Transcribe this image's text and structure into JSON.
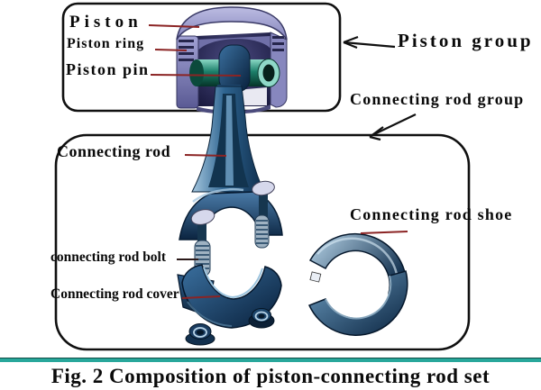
{
  "caption": "Fig. 2 Composition of piston-connecting rod set",
  "groups": {
    "piston_group": "Piston group",
    "connecting_rod_group": "Connecting rod group"
  },
  "part_labels": {
    "piston": "Piston",
    "piston_ring": "Piston ring",
    "piston_pin": "Piston pin",
    "connecting_rod": "Connecting rod",
    "connecting_rod_shoe": "Connecting rod shoe",
    "connecting_rod_bolt": "connecting rod bolt",
    "connecting_rod_cover": "Connecting rod cover"
  },
  "colors": {
    "leader_line": "#8b2424",
    "outline": "#101010",
    "divider_teal": "#28a79b",
    "piston_body": "#9393c9",
    "piston_pin_teal": "#1f8a76",
    "rod_steel_blue": "#2b5f8e",
    "rod_dark_navy": "#0e2c4a",
    "bolt_silver": "#d6d8ec"
  }
}
